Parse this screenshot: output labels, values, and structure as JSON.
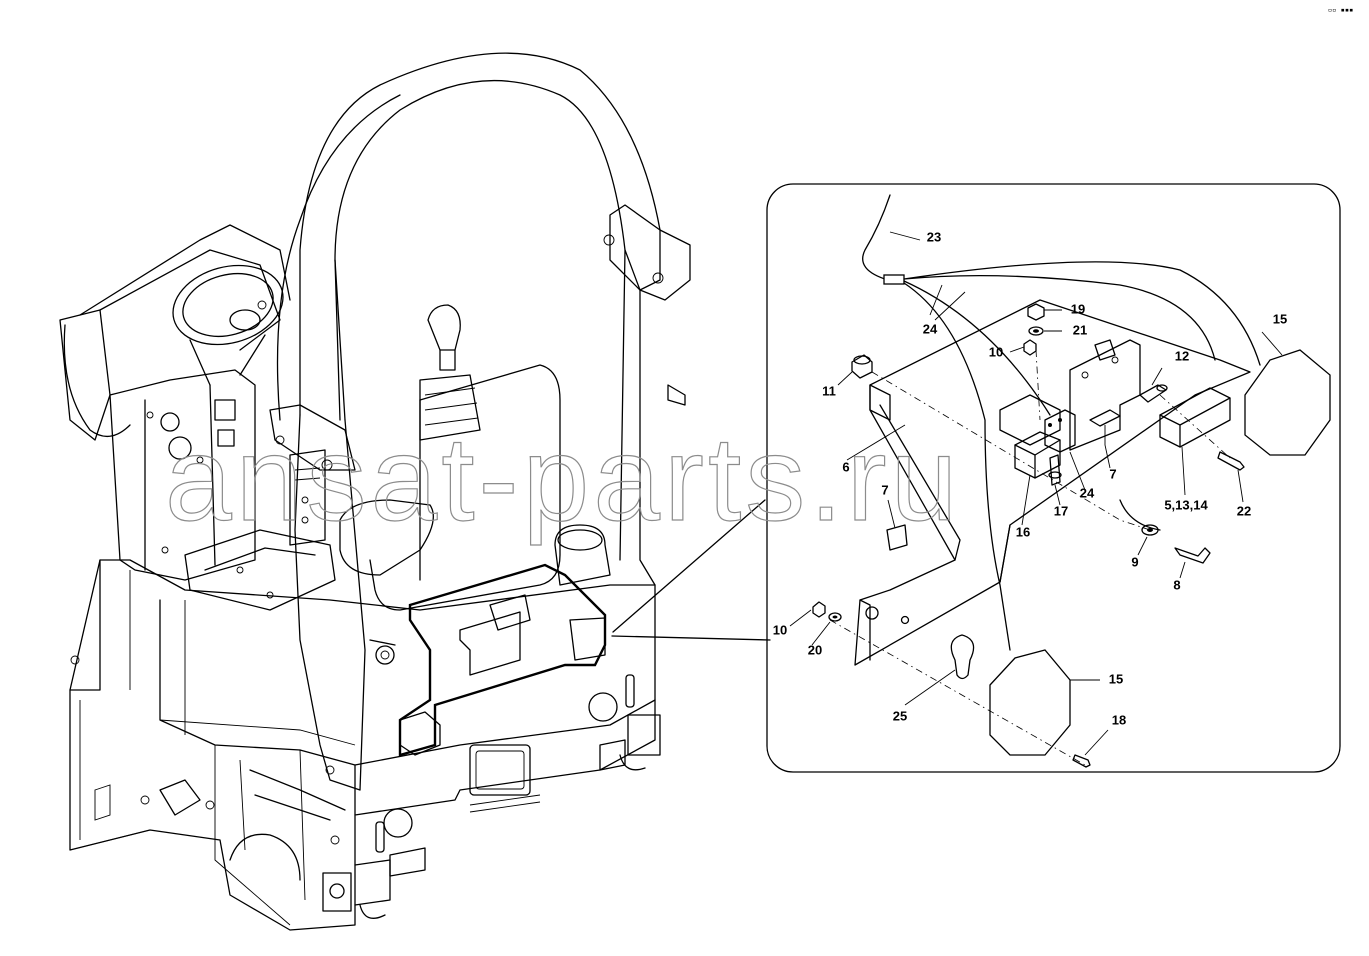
{
  "watermark": "ansat-parts.ru",
  "corner_mark": "▫▫ ▪▪▪",
  "callouts": [
    {
      "id": "c23",
      "text": "23"
    },
    {
      "id": "c24a",
      "text": "24"
    },
    {
      "id": "c19",
      "text": "19"
    },
    {
      "id": "c21",
      "text": "21"
    },
    {
      "id": "c10a",
      "text": "10"
    },
    {
      "id": "c15a",
      "text": "15"
    },
    {
      "id": "c11",
      "text": "11"
    },
    {
      "id": "c12",
      "text": "12"
    },
    {
      "id": "c6",
      "text": "6"
    },
    {
      "id": "c7a",
      "text": "7"
    },
    {
      "id": "c7b",
      "text": "7"
    },
    {
      "id": "c24b",
      "text": "24"
    },
    {
      "id": "c5",
      "text": "5,13,14"
    },
    {
      "id": "c22",
      "text": "22"
    },
    {
      "id": "c16",
      "text": "16"
    },
    {
      "id": "c17",
      "text": "17"
    },
    {
      "id": "c9",
      "text": "9"
    },
    {
      "id": "c8",
      "text": "8"
    },
    {
      "id": "c10b",
      "text": "10"
    },
    {
      "id": "c20",
      "text": "20"
    },
    {
      "id": "c15b",
      "text": "15"
    },
    {
      "id": "c25",
      "text": "25"
    },
    {
      "id": "c18",
      "text": "18"
    }
  ]
}
